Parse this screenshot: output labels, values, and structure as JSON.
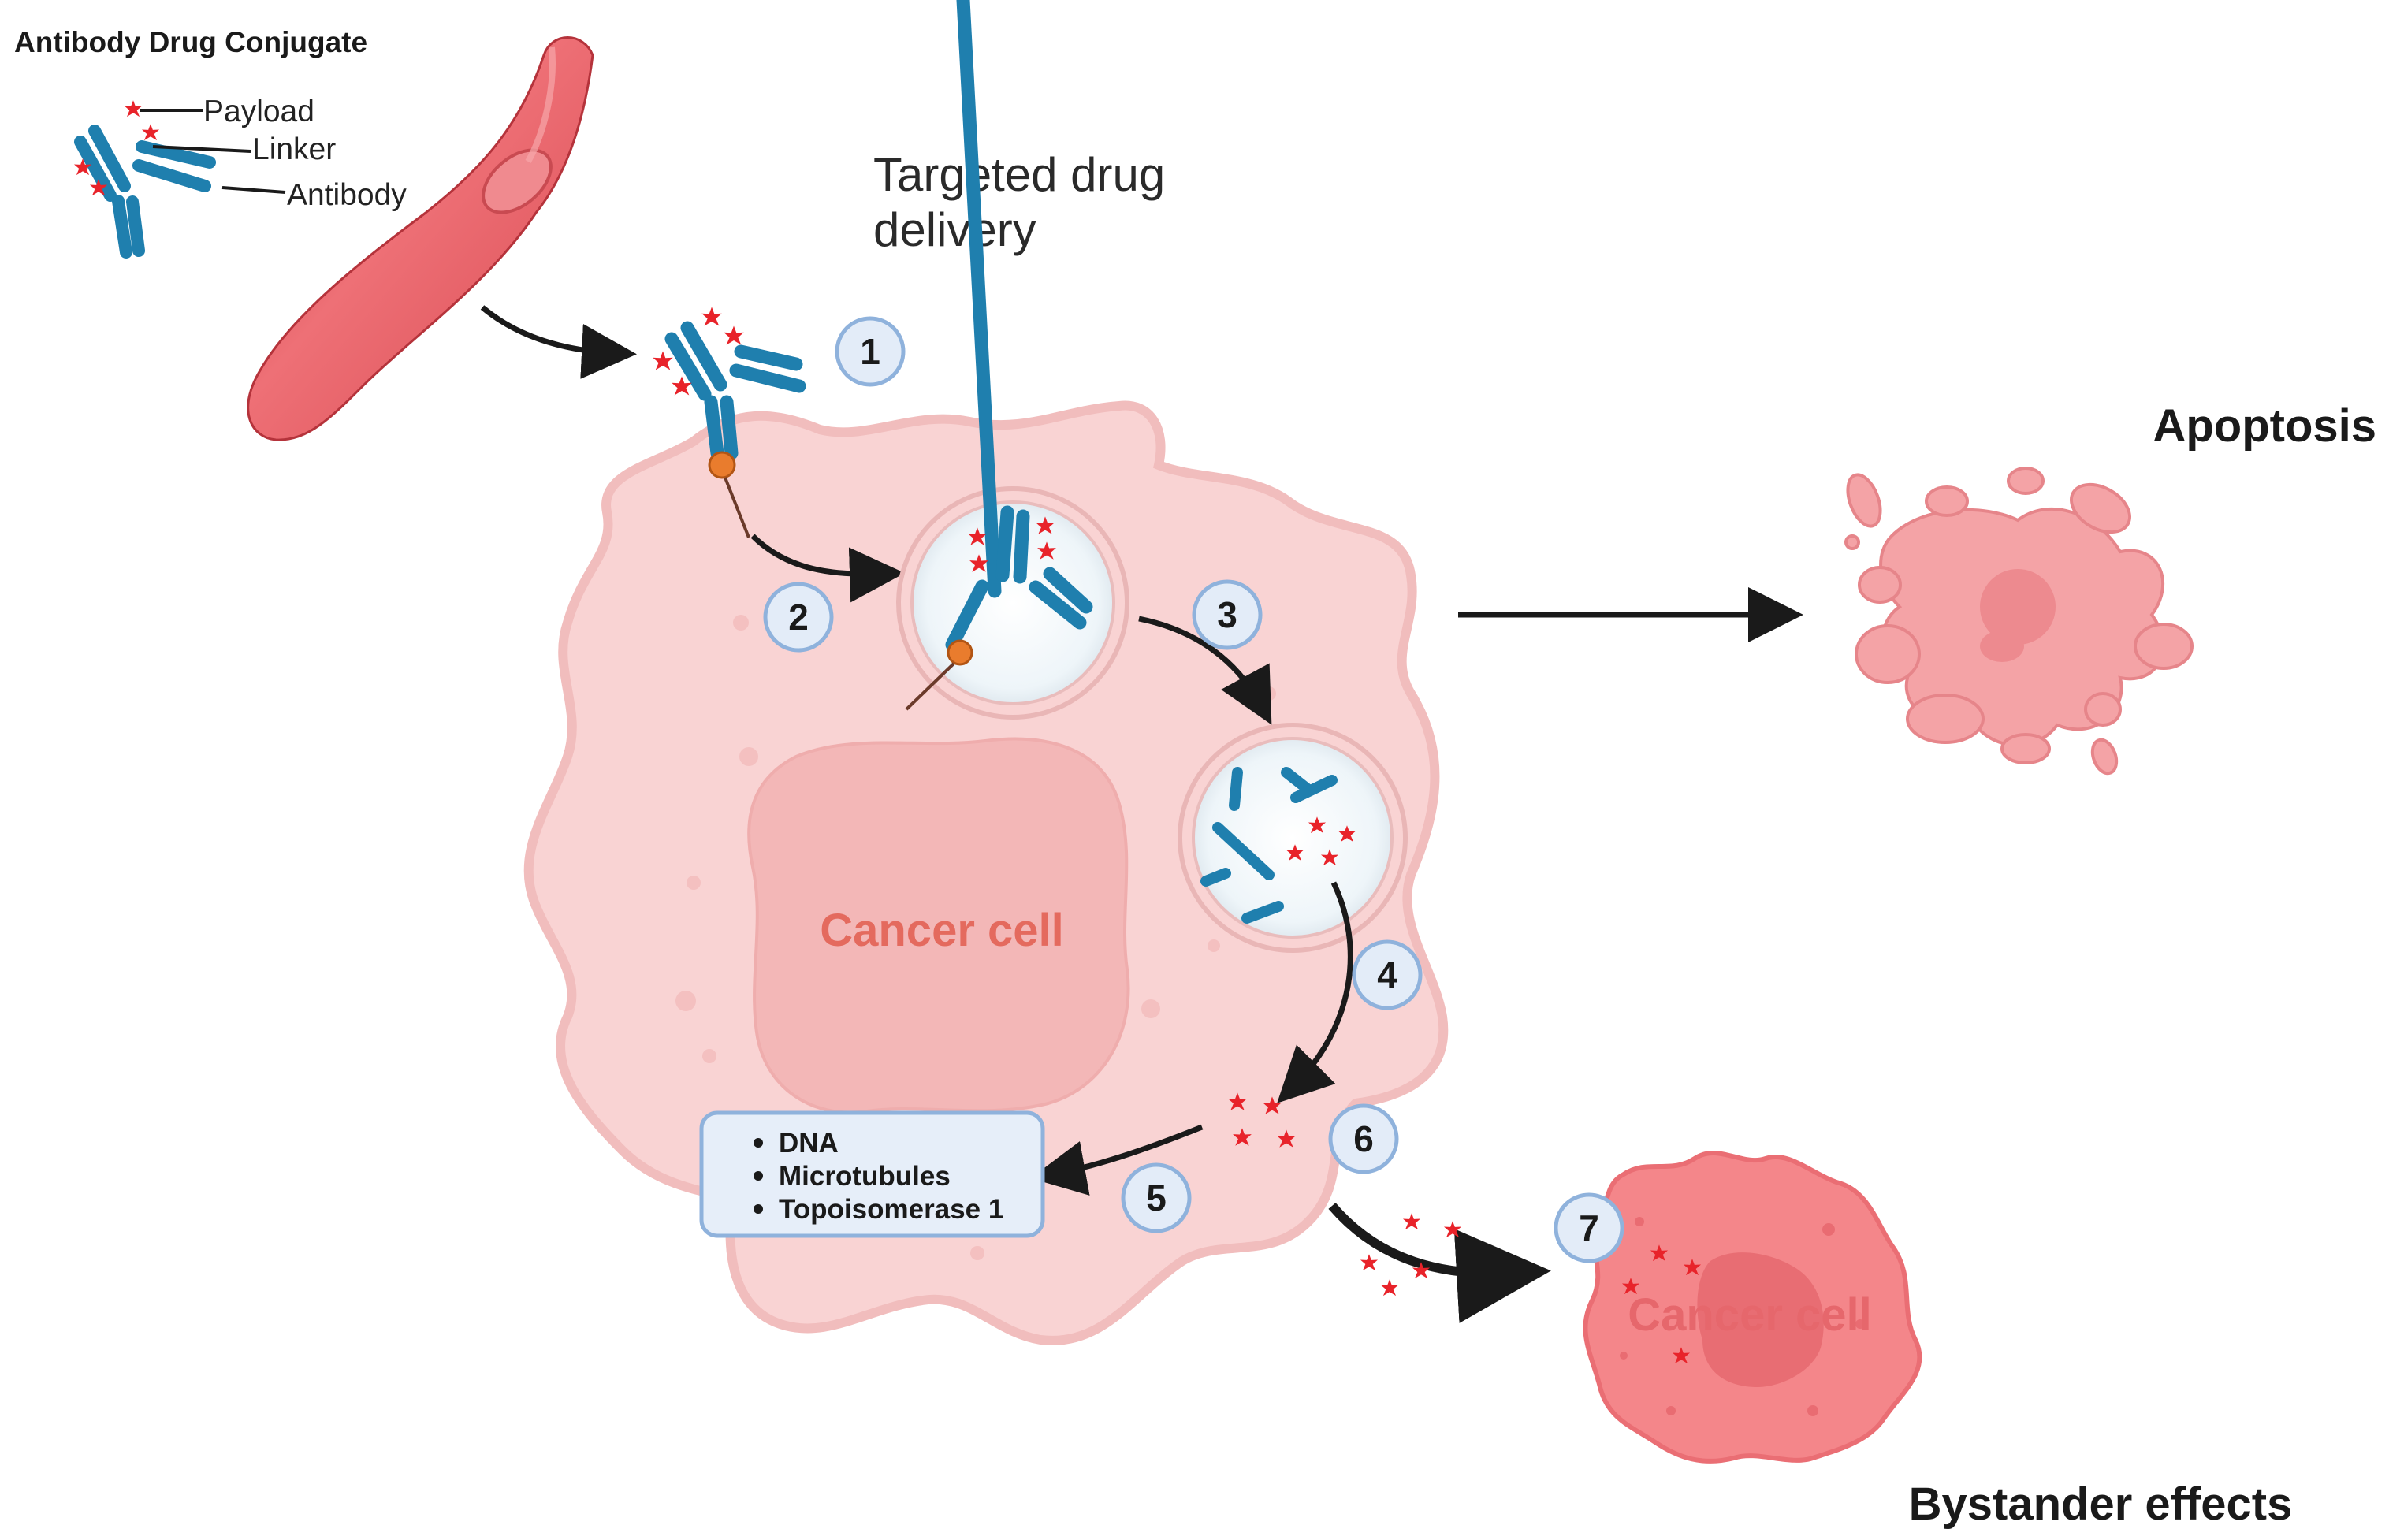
{
  "header": {
    "title": "Antibody Drug Conjugate"
  },
  "legend": {
    "payload": "Payload",
    "linker": "Linker",
    "antibody": "Antibody"
  },
  "process": {
    "targeted_line1": "Targeted drug",
    "targeted_line2": "delivery",
    "apoptosis": "Apoptosis",
    "bystander": "Bystander effects"
  },
  "cells": {
    "main_label": "Cancer cell",
    "bystander_label": "Cancer cell"
  },
  "targets": {
    "items": [
      "DNA",
      "Microtubules",
      "Topoisomerase 1"
    ]
  },
  "steps": [
    "1",
    "2",
    "3",
    "4",
    "5",
    "6",
    "7"
  ],
  "colors": {
    "antibody": "#1f7fae",
    "payload": "#e8232a",
    "cell_fill": "#f9d3d3",
    "cell_stroke": "#f0b8b8",
    "nucleus": "#f3b9b9",
    "cell_label": "#e46a5e",
    "vessel": "#e05a5f",
    "step_fill": "#e3ecf8",
    "step_stroke": "#8fb2dc",
    "box_fill": "#e6eef9",
    "box_stroke": "#8fb2dc",
    "apoptotic": "#f29a9e",
    "bystander_cell": "#f07f82"
  }
}
